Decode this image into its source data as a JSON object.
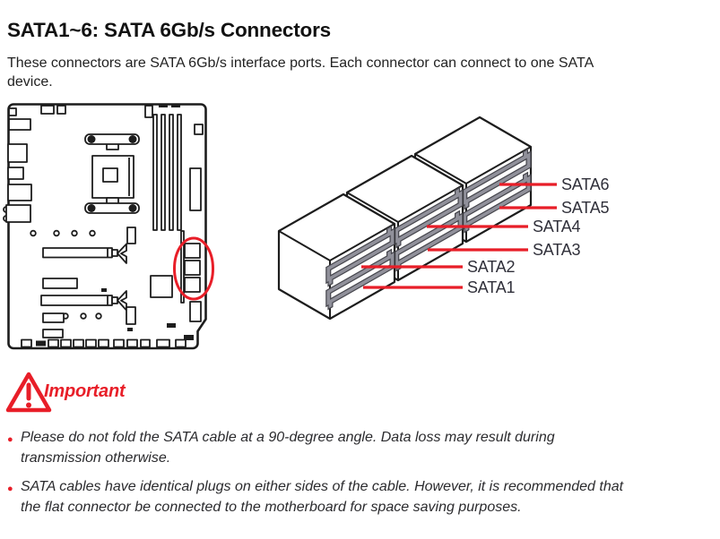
{
  "page": {
    "title": "SATA1~6: SATA 6Gb/s Connectors",
    "intro": "These connectors are SATA 6Gb/s interface ports. Each connector can connect to one SATA device."
  },
  "connector_diagram": {
    "labels": [
      "SATA6",
      "SATA5",
      "SATA4",
      "SATA3",
      "SATA2",
      "SATA1"
    ]
  },
  "important": {
    "heading": "Important",
    "bullets": [
      "Please do not fold the SATA cable at a 90-degree angle. Data loss may result during transmission otherwise.",
      "SATA cables have identical plugs on either sides of the cable. However, it is recommended that the flat connector be connected to the motherboard for space saving purposes."
    ]
  },
  "colors": {
    "accent_red": "#e81e28",
    "label_text": "#30303a",
    "connector_gray": "#90909a",
    "line_ink": "#1d1d1d"
  }
}
